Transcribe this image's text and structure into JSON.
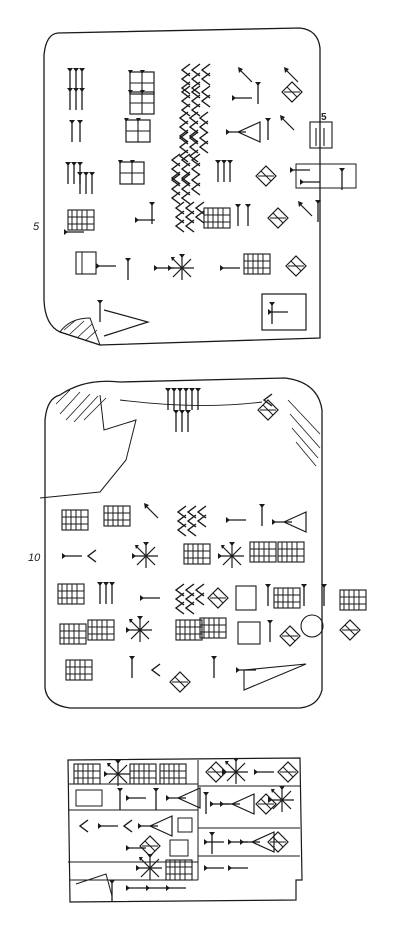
{
  "line_numbers": {
    "obverse_5": "5",
    "obverse_5_marker": "5",
    "reverse_10": "10"
  },
  "colors": {
    "ink": "#1a1a1a",
    "paper": "#ffffff"
  }
}
